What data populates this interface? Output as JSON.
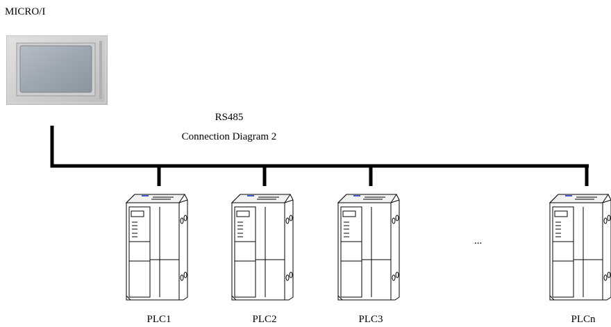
{
  "hmi": {
    "title": "MICRO/I"
  },
  "bus": {
    "protocol": "RS485",
    "diagram": "Connection Diagram 2"
  },
  "ellipsis": "...",
  "plcs": [
    {
      "label": "PLC1"
    },
    {
      "label": "PLC2"
    },
    {
      "label": "PLC3"
    },
    {
      "label": "PLCn"
    }
  ],
  "colors": {
    "line": "#000000",
    "hmi_frame": "#c8c8c8",
    "hmi_screen": "#9fa7b0",
    "plc_body": "#ffffff"
  }
}
